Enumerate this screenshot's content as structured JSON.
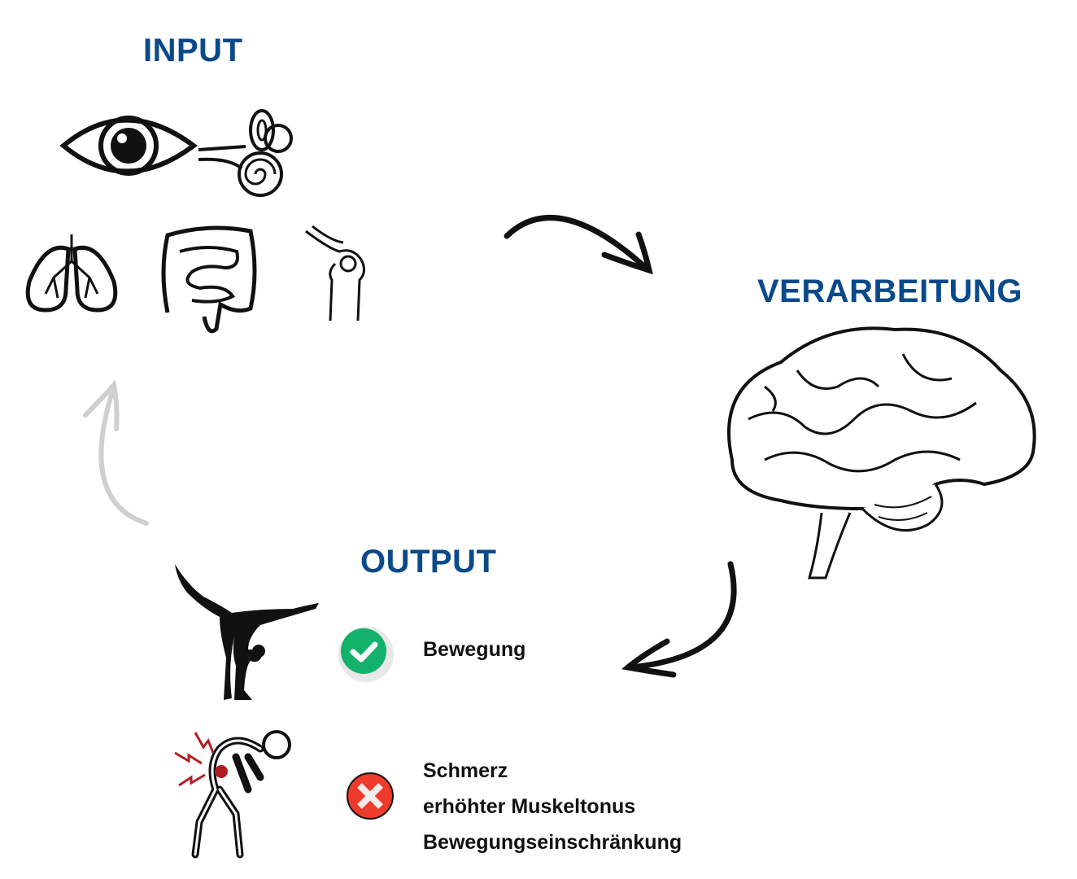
{
  "titles": {
    "input": "INPUT",
    "processing": "VERARBEITUNG",
    "output": "OUTPUT"
  },
  "output": {
    "positive": {
      "icon": "check-circle-icon",
      "color": "#12b26b",
      "label": "Bewegung"
    },
    "negative": {
      "icon": "x-circle-icon",
      "color": "#ee3b2b",
      "labels": [
        "Schmerz",
        "erhöhter Muskeltonus",
        "Bewegungseinschränkung"
      ]
    }
  },
  "colors": {
    "title": "#0b4a8a",
    "arrow": "#111111",
    "return_arrow": "#cfcfcf",
    "pain": "#b21e24"
  }
}
